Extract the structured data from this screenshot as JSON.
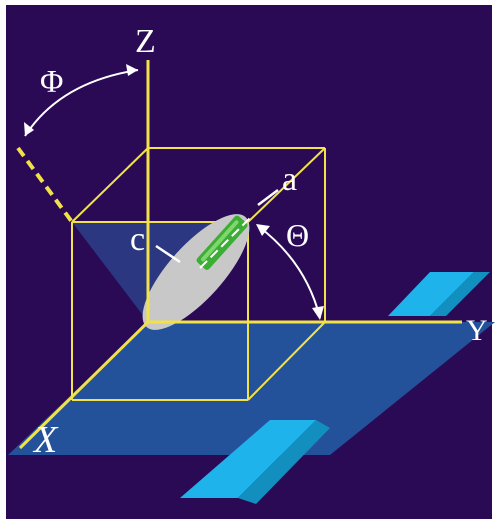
{
  "labels": {
    "z_axis": "Z",
    "y_axis": "Y",
    "x_axis": "X",
    "phi": "Φ",
    "theta": "Θ",
    "semi_axis_a": "a",
    "semi_axis_c": "c"
  },
  "colors": {
    "background": "#2a0a55",
    "frame": "#ffffff",
    "axis": "#f2e24a",
    "plane": "#23519a",
    "plane_triangle": "#2d3f8a",
    "ribbon": "#1fb3ec",
    "ribbon_shadow": "#138fbf",
    "ellipsoid": "#c8c8c8",
    "rod": "#3cae36",
    "label": "#ffffff"
  }
}
